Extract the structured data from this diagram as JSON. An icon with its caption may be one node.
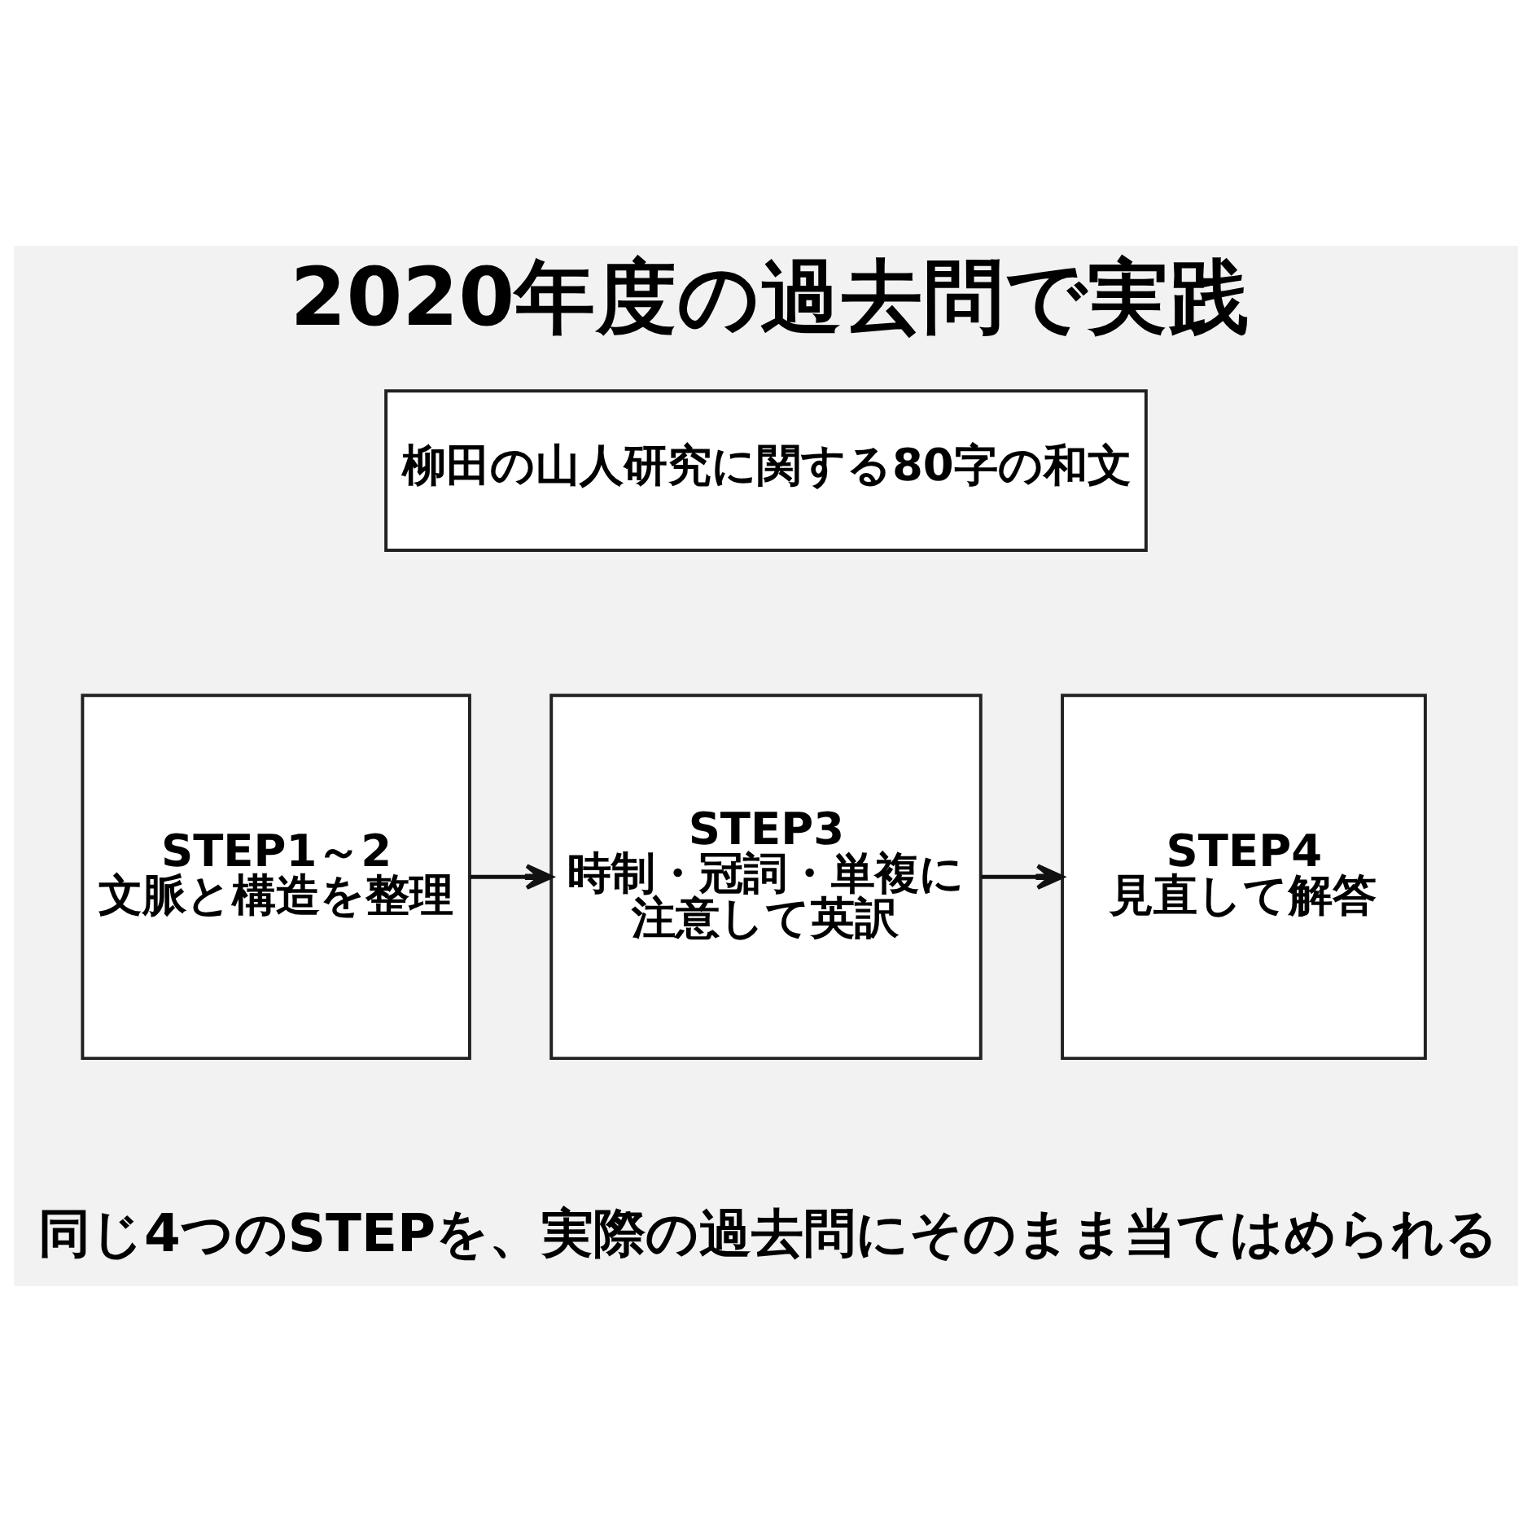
{
  "diagram": {
    "title": "2020年度の過去問で実践",
    "caption": "同じ4つのSTEPを、実際の過去問にそのまま当てはめられる",
    "nodes": [
      {
        "text": [
          "柳田の山人研究に関する80字の和文"
        ]
      },
      {
        "text": [
          "STEP1～2",
          "文脈と構造を整理"
        ]
      },
      {
        "text": [
          "STEP3",
          "時制・冠詞・単複に注意して英訳"
        ]
      },
      {
        "text": [
          "STEP4",
          "見直して解答"
        ]
      }
    ],
    "edges": [
      {
        "from": 1,
        "to": 2,
        "arrow": "to"
      },
      {
        "from": 2,
        "to": 3,
        "arrow": "to"
      }
    ]
  }
}
